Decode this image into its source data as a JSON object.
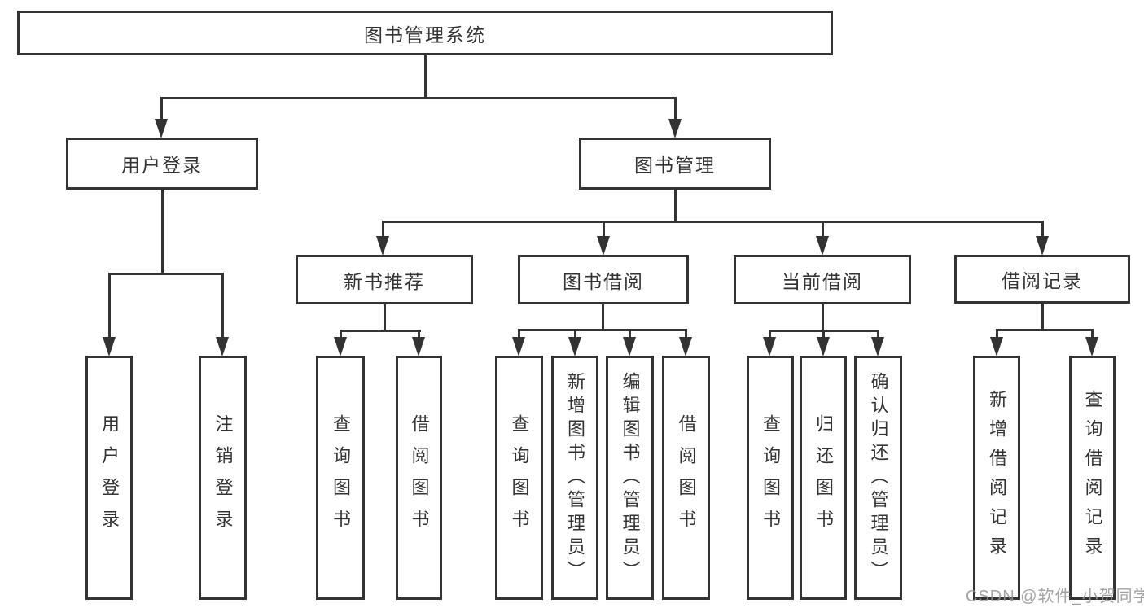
{
  "diagram": {
    "type": "hierarchy-tree",
    "title": "图书管理系统",
    "colors": {
      "line": "#333333",
      "box_border": "#333333",
      "text": "#333333",
      "background": "#ffffff",
      "watermark": "#969696"
    }
  },
  "nodes": {
    "root": "图书管理系统",
    "user_login": "用户登录",
    "book_mgmt": "图书管理",
    "new_book_rec": "新书推荐",
    "book_borrow": "图书借阅",
    "current_borrow": "当前借阅",
    "borrow_record": "借阅记录",
    "ul_login": "用户登录",
    "ul_logout": "注销登录",
    "nbr_query_book": "查询图书",
    "nbr_borrow_book": "借阅图书",
    "bb_query_book": "查询图书",
    "bb_add_book_admin": "新增图书（管理员）",
    "bb_edit_book_admin": "编辑图书（管理员）",
    "bb_borrow_book": "借阅图书",
    "cb_query_book": "查询图书",
    "cb_return_book": "归还图书",
    "cb_confirm_return_admin": "确认归还（管理员）",
    "br_add_record": "新增借阅记录",
    "br_query_record": "查询借阅记录"
  },
  "tree": {
    "root": "图书管理系统",
    "children": [
      {
        "label": "用户登录",
        "children": [
          "用户登录",
          "注销登录"
        ]
      },
      {
        "label": "图书管理",
        "children": [
          {
            "label": "新书推荐",
            "children": [
              "查询图书",
              "借阅图书"
            ]
          },
          {
            "label": "图书借阅",
            "children": [
              "查询图书",
              "新增图书（管理员）",
              "编辑图书（管理员）",
              "借阅图书"
            ]
          },
          {
            "label": "当前借阅",
            "children": [
              "查询图书",
              "归还图书",
              "确认归还（管理员）"
            ]
          },
          {
            "label": "借阅记录",
            "children": [
              "新增借阅记录",
              "查询借阅记录"
            ]
          }
        ]
      }
    ]
  },
  "watermark": {
    "text": "CSDN @软件_小贺同学"
  }
}
